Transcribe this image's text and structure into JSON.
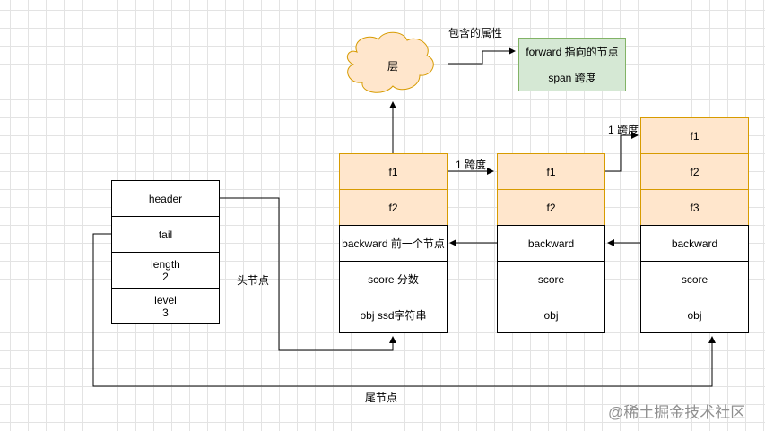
{
  "cloud_label": "层",
  "attr_title": "包含的属性",
  "attributes": [
    "forward  指向的节点",
    "span  跨度"
  ],
  "zskiplist": [
    "header",
    "tail",
    "length\n2",
    "level\n3"
  ],
  "node1": {
    "levels": [
      "f1",
      "f2"
    ],
    "backward": "backward 前一个节点",
    "score": "score 分数",
    "obj": "obj ssd字符串"
  },
  "node2": {
    "levels": [
      "f1",
      "f2"
    ],
    "backward": "backward",
    "score": "score",
    "obj": "obj"
  },
  "node3": {
    "levels": [
      "f1",
      "f2",
      "f3"
    ],
    "backward": "backward",
    "score": "score",
    "obj": "obj"
  },
  "span_label_1": "1 跨度",
  "span_label_2": "1 跨度",
  "head_label": "头节点",
  "tail_label": "尾节点",
  "watermark": "@稀土掘金技术社区",
  "colors": {
    "level_fill": "#ffe6cc",
    "level_border": "#d79b00",
    "attr_fill": "#d5e8d4",
    "attr_border": "#82b366",
    "cloud_fill": "#ffe6cc"
  }
}
